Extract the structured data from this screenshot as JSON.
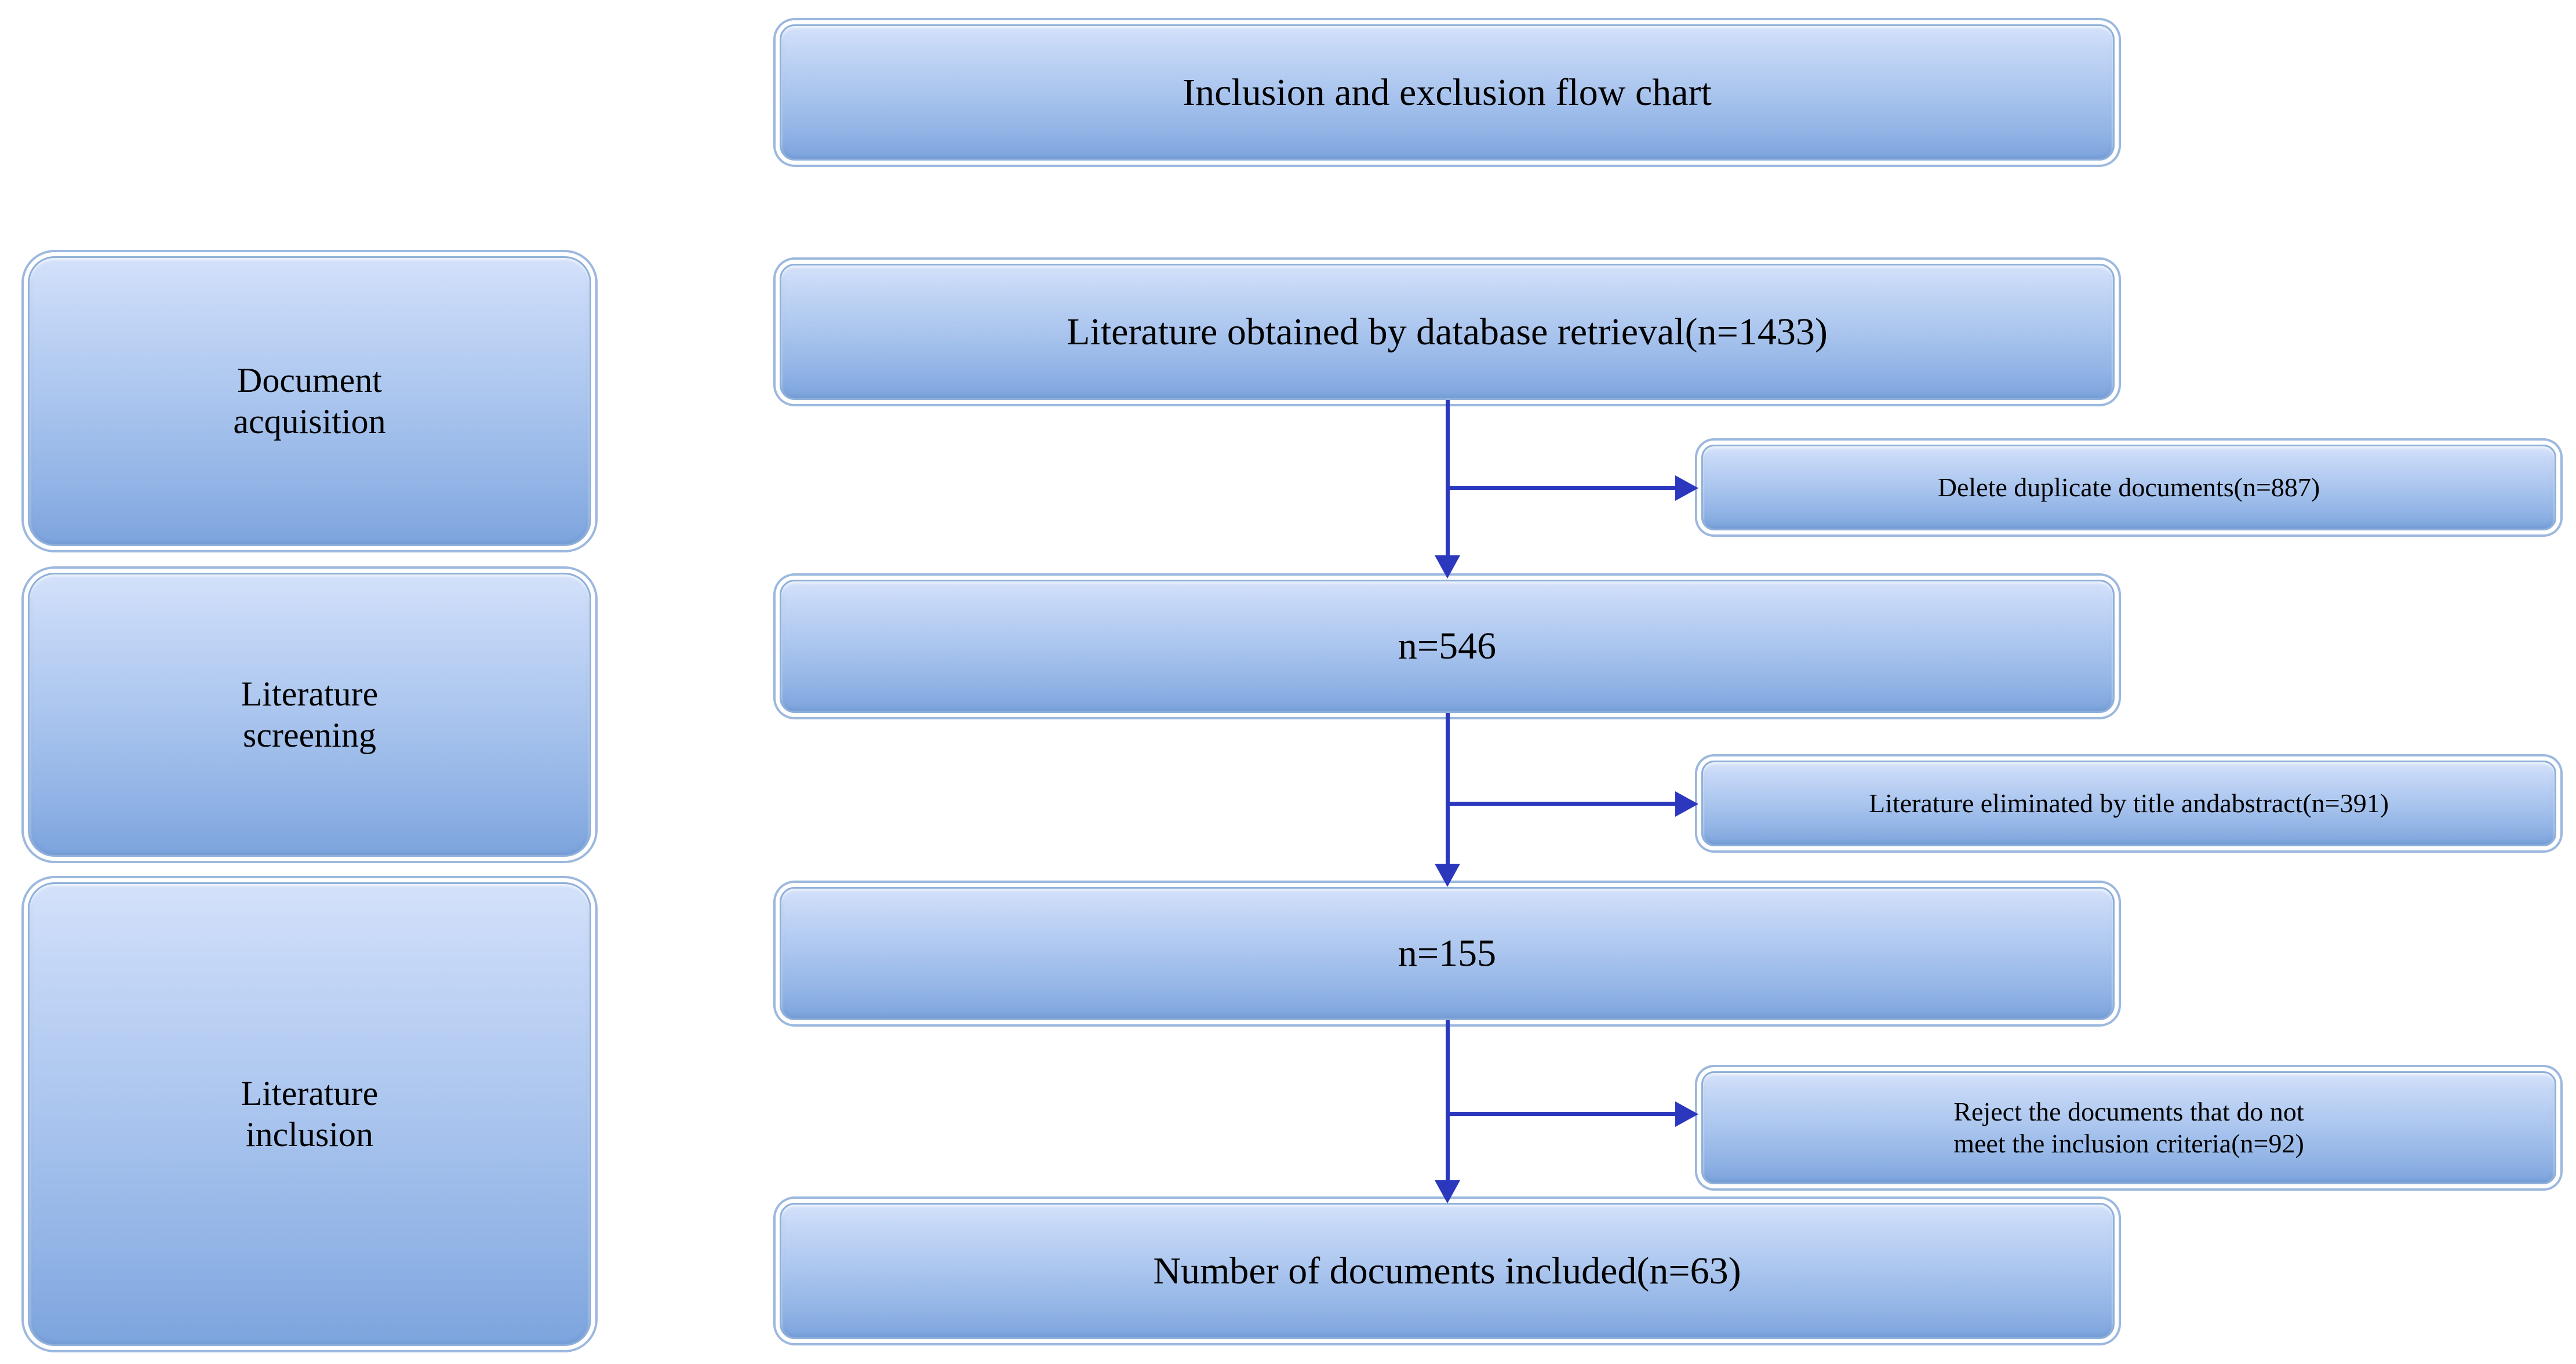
{
  "figure": {
    "title": "Inclusion and exclusion flow chart",
    "accent_line_color": "#2b38bd",
    "box_fill_top": "#d4e1fa",
    "box_fill_bottom": "#7da4dd",
    "box_border_color": "#8fb0d9"
  },
  "stages": [
    {
      "label": "Document\nacquisition"
    },
    {
      "label": "Literature\nscreening"
    },
    {
      "label": "Literature\ninclusion"
    }
  ],
  "flow": [
    {
      "label": "Literature obtained by database retrieval(n=1433)",
      "n": 1433
    },
    {
      "label": "n=546",
      "n": 546
    },
    {
      "label": "n=155",
      "n": 155
    },
    {
      "label": "Number of documents included(n=63)",
      "n": 63
    }
  ],
  "exclusions": [
    {
      "label": "Delete duplicate documents(n=887)",
      "n": 887
    },
    {
      "label": "Literature eliminated by title andabstract(n=391)",
      "n": 391
    },
    {
      "label": "Reject the documents that do not\nmeet the inclusion criteria(n=92)",
      "n": 92
    }
  ],
  "chart_data": {
    "type": "diagram",
    "title": "Inclusion and exclusion flow chart",
    "nodes": [
      {
        "id": "stage1",
        "kind": "stage",
        "text": "Document acquisition"
      },
      {
        "id": "stage2",
        "kind": "stage",
        "text": "Literature screening"
      },
      {
        "id": "stage3",
        "kind": "stage",
        "text": "Literature inclusion"
      },
      {
        "id": "retrieved",
        "kind": "flow",
        "text": "Literature obtained by database retrieval(n=1433)",
        "value": 1433
      },
      {
        "id": "after_dedup",
        "kind": "flow",
        "text": "n=546",
        "value": 546
      },
      {
        "id": "after_title_abstract",
        "kind": "flow",
        "text": "n=155",
        "value": 155
      },
      {
        "id": "included",
        "kind": "flow",
        "text": "Number of documents included(n=63)",
        "value": 63
      },
      {
        "id": "dup_removed",
        "kind": "exclusion",
        "text": "Delete duplicate documents(n=887)",
        "value": 887
      },
      {
        "id": "title_abstract_removed",
        "kind": "exclusion",
        "text": "Literature eliminated by title andabstract(n=391)",
        "value": 391
      },
      {
        "id": "criteria_removed",
        "kind": "exclusion",
        "text": "Reject the documents that do not meet the inclusion criteria(n=92)",
        "value": 92
      }
    ],
    "edges": [
      {
        "from": "retrieved",
        "to": "dup_removed",
        "type": "branch"
      },
      {
        "from": "retrieved",
        "to": "after_dedup",
        "type": "flow"
      },
      {
        "from": "after_dedup",
        "to": "title_abstract_removed",
        "type": "branch"
      },
      {
        "from": "after_dedup",
        "to": "after_title_abstract",
        "type": "flow"
      },
      {
        "from": "after_title_abstract",
        "to": "criteria_removed",
        "type": "branch"
      },
      {
        "from": "after_title_abstract",
        "to": "included",
        "type": "flow"
      }
    ]
  }
}
